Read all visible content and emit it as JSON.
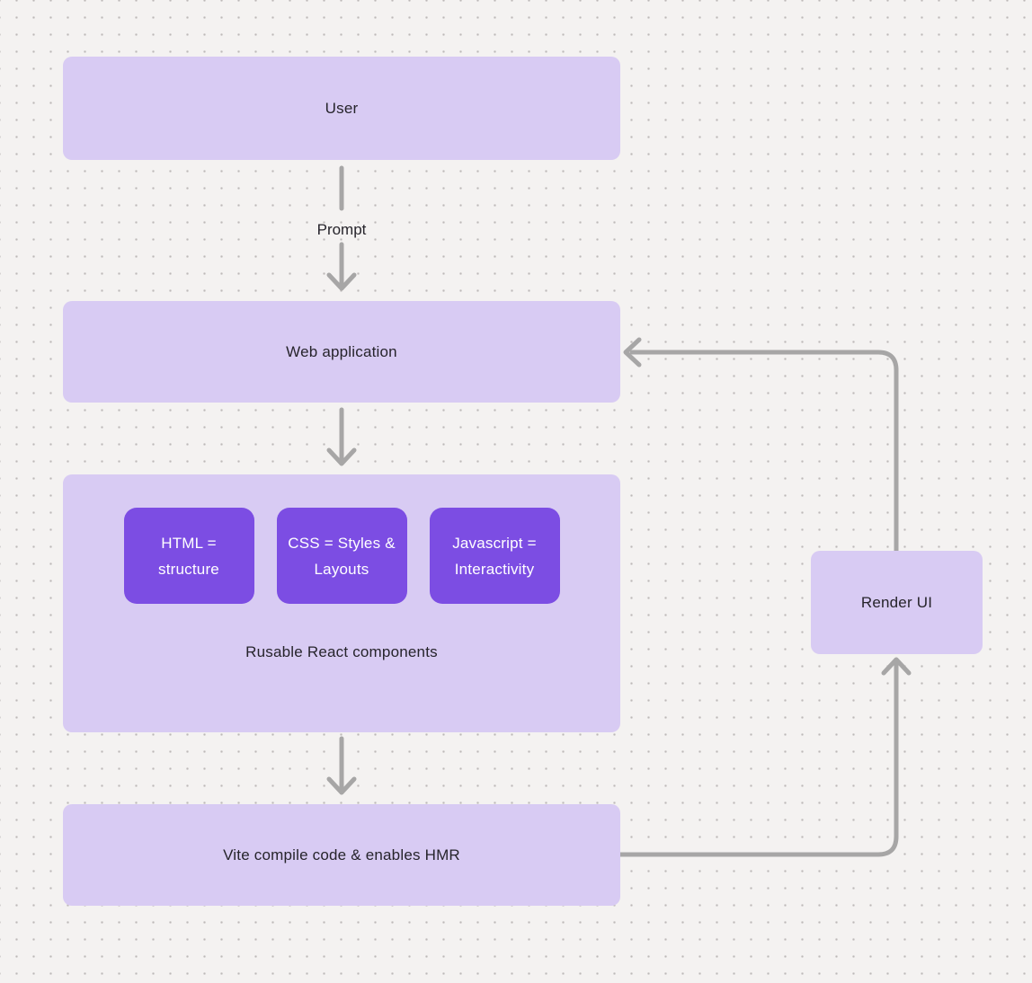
{
  "colors": {
    "background": "#f4f2f1",
    "dot": "#bdb9b8",
    "node_fill": "#d8cbf3",
    "chip_fill": "#7c4de3",
    "chip_text": "#ffffff",
    "node_text": "#26242b",
    "arrow": "#a7a6a6"
  },
  "nodes": {
    "user": {
      "label": "User"
    },
    "web_application": {
      "label": "Web application"
    },
    "components": {
      "caption": "Rusable React components",
      "chips": [
        {
          "label": "HTML = structure"
        },
        {
          "label": "CSS = Styles & Layouts"
        },
        {
          "label": "Javascript = Interactivity"
        }
      ]
    },
    "vite": {
      "label": "Vite compile code & enables HMR"
    },
    "render_ui": {
      "label": "Render UI"
    }
  },
  "edges": {
    "prompt_label": "Prompt"
  }
}
